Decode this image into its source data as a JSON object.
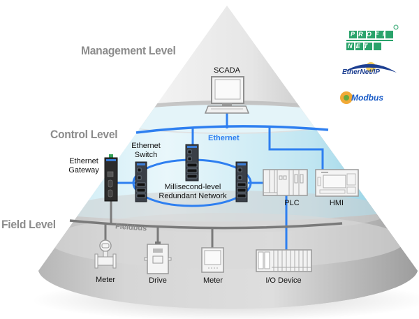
{
  "diagram": {
    "title": "Industrial automation network pyramid",
    "levels": [
      {
        "id": "management",
        "label": "Management Level"
      },
      {
        "id": "control",
        "label": "Control Level"
      },
      {
        "id": "field",
        "label": "Field Level"
      }
    ],
    "networks": {
      "ethernet": "Ethernet",
      "redundant_ring_line1": "Millisecond-level",
      "redundant_ring_line2": "Redundant Network",
      "fieldbus": "Fieldbus"
    },
    "devices": {
      "scada": "SCADA",
      "gateway_line1": "Ethernet",
      "gateway_line2": "Gateway",
      "switch_line1": "Ethernet",
      "switch_line2": "Switch",
      "plc": "PLC",
      "hmi": "HMI",
      "meter_1": "Meter",
      "drive": "Drive",
      "meter_2": "Meter",
      "io_device": "I/O Device"
    },
    "protocols": [
      {
        "name": "PROFINET",
        "top": "PROFI",
        "bottom": "NET",
        "icon": "profinet-logo"
      },
      {
        "name": "EtherNet/IP",
        "icon": "ethernet-ip-logo"
      },
      {
        "name": "Modbus",
        "icon": "modbus-logo"
      }
    ],
    "colors": {
      "ethernet_blue": "#2e7ff0",
      "fieldbus_gray": "#7a7a7a",
      "level_text": "#8c8c8c",
      "profinet_green": "#2aa36b",
      "ethernetip_blue": "#1d3f91",
      "modbus_blue": "#1a5cc7",
      "modbus_orange": "#f0a020",
      "control_band": "#a9dbeb"
    }
  }
}
